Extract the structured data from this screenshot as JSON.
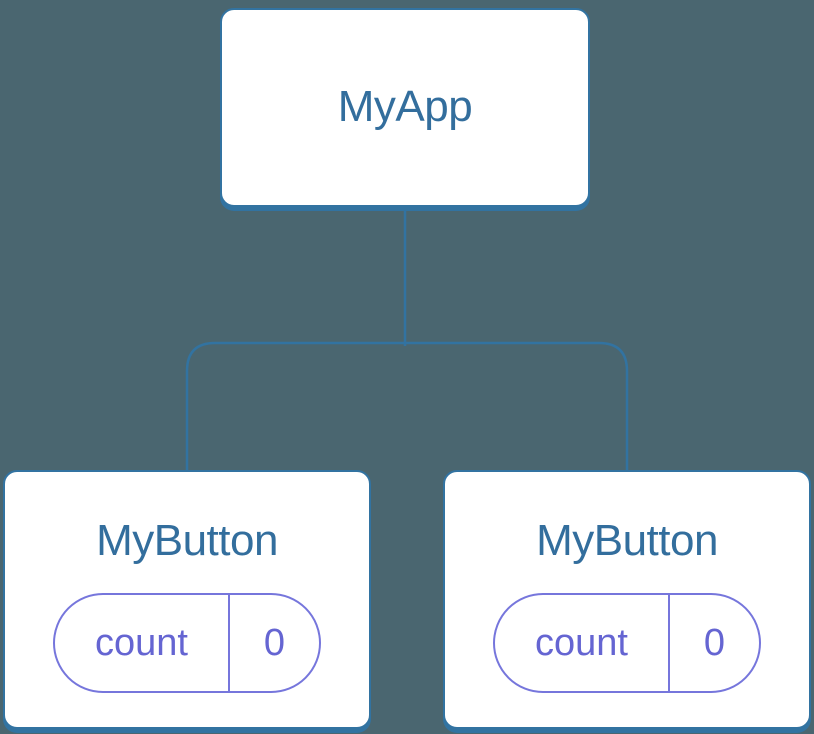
{
  "colors": {
    "background": "#4a6670",
    "node_border": "#3273a1",
    "node_title": "#336e9d",
    "pill_border": "#7676dc",
    "pill_text": "#6565d2",
    "node_background": "#ffffff"
  },
  "tree": {
    "root": {
      "label": "MyApp"
    },
    "children": [
      {
        "label": "MyButton",
        "state": {
          "key": "count",
          "value": "0"
        }
      },
      {
        "label": "MyButton",
        "state": {
          "key": "count",
          "value": "0"
        }
      }
    ]
  }
}
